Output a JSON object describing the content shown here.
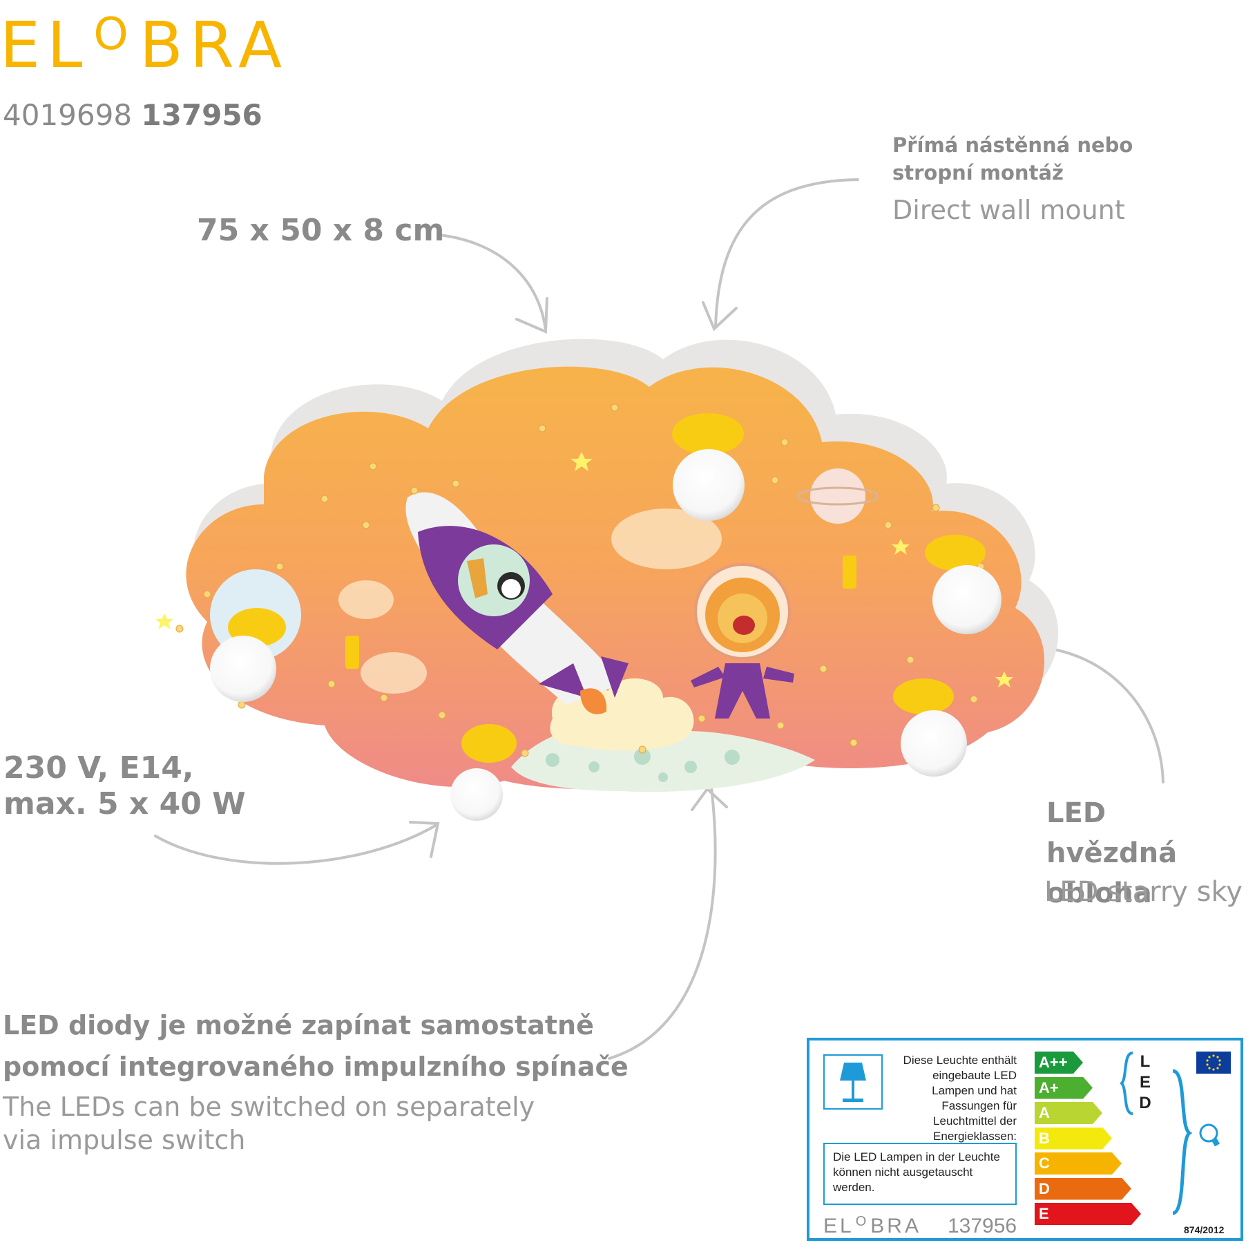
{
  "brand": {
    "logo_left": "EL",
    "logo_o": "O",
    "logo_right": "BRA",
    "color": "#f7b500"
  },
  "codes": {
    "ean_prefix": "4019698",
    "article": "137956"
  },
  "callouts": {
    "dimensions": "75 x 50 x 8 cm",
    "mount_cz": "Přímá nástěnná nebo stropní montáž",
    "mount_en": "Direct wall mount",
    "power": "230 V, E14, max. 5 x 40 W",
    "stars_cz": "LED hvězdná obloha",
    "stars_en": "LED starry sky",
    "switch_cz": "LED diody je možné zapínat samostatně pomocí integrovaného impulzního spínače",
    "switch_en": "The LEDs can be switched on separately via impulse switch"
  },
  "energy_label": {
    "text": "Diese Leuchte enthält eingebaute LED Lampen und hat Fassungen für Leuchtmittel der Energieklassen:",
    "note": "Die LED Lampen in der Leuchte können nicht ausgetauscht werden.",
    "classes": [
      {
        "label": "A++",
        "color": "#1a9a3d"
      },
      {
        "label": "A+",
        "color": "#4caf2f"
      },
      {
        "label": "A",
        "color": "#b9d531"
      },
      {
        "label": "B",
        "color": "#f4e90c"
      },
      {
        "label": "C",
        "color": "#f6b400"
      },
      {
        "label": "D",
        "color": "#ea6a10"
      },
      {
        "label": "E",
        "color": "#e2141c"
      }
    ],
    "led_letters": [
      "L",
      "E",
      "D"
    ],
    "logo_left": "EL",
    "logo_o": "O",
    "logo_right": "BRA",
    "article": "137956",
    "regulation": "874/2012",
    "border_color": "#1f9ad8"
  },
  "product_colors": {
    "cloud_top": "#f7b34a",
    "cloud_bottom": "#f08f86",
    "rocket_purple": "#7c3a9a",
    "socket_yellow": "#f9cc14"
  }
}
